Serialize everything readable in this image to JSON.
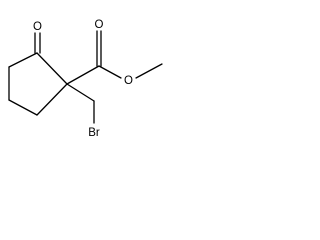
{
  "molecule": {
    "atoms": {
      "ketone_oxygen": "O",
      "carbonyl_oxygen": "O",
      "ester_oxygen": "O",
      "bromine": "Br"
    }
  },
  "colors": {
    "bond": "#000000",
    "label": "#000000",
    "background": "#ffffff"
  }
}
